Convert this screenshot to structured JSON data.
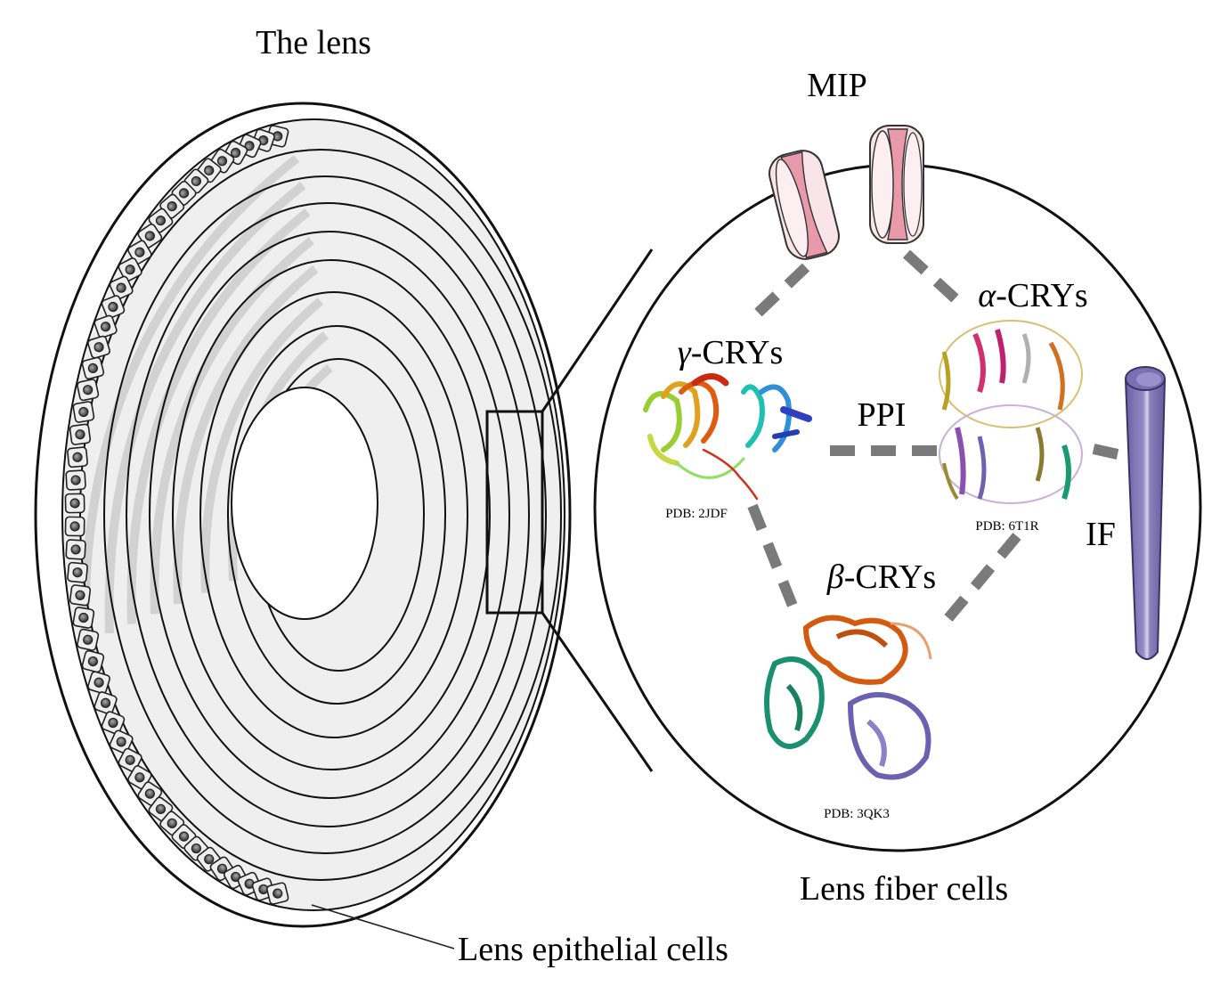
{
  "title": "The lens",
  "labels": {
    "epithelial": "Lens epithelial cells",
    "fiber_cells": "Lens fiber cells",
    "mip": "MIP",
    "ppi": "PPI",
    "if": "IF"
  },
  "proteins": {
    "gamma": {
      "greek": "γ",
      "name": "-CRYs",
      "pdb": "PDB: 2JDF"
    },
    "alpha": {
      "greek": "α",
      "name": "-CRYs",
      "pdb": "PDB: 6T1R"
    },
    "beta": {
      "greek": "β",
      "name": "-CRYs",
      "pdb": "PDB: 3QK3"
    }
  },
  "colors": {
    "outline": "#111111",
    "lens_fill": "#efefef",
    "lens_shade": "#d4d4d4",
    "dash": "#7a7a7a",
    "mip_fill": "#f6dde3",
    "mip_inner": "#e89aab",
    "if_fill": "#8a7fba",
    "if_dark": "#5e5494"
  },
  "epithelial_cell_count": 48
}
